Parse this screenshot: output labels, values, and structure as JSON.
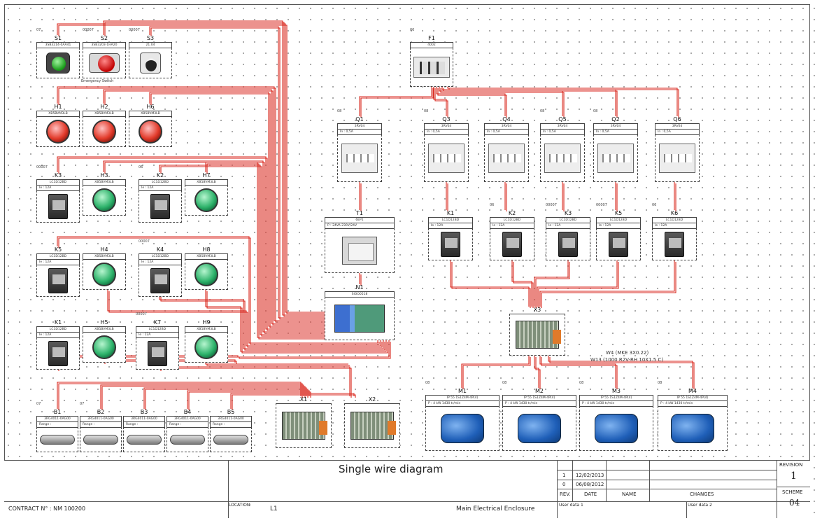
{
  "title": "Single wire diagram",
  "contract": "CONTRACT N° : NM 100200",
  "location_label": "LOCATION:",
  "location_value": "L1",
  "enclosure": "Main Electrical Enclosure",
  "revisions": [
    {
      "rev": "1",
      "date": "12/02/2013"
    },
    {
      "rev": "0",
      "date": "06/08/2012"
    }
  ],
  "rev_headers": {
    "rev": "REV.",
    "date": "DATE",
    "name": "NAME",
    "changes": "CHANGES"
  },
  "user_data_1": "User data 1",
  "user_data_2": "User data 2",
  "revision_label": "REVISION",
  "revision_value": "1",
  "scheme_label": "SCHEME",
  "scheme_value": "04",
  "cable_labels": [
    "W4 (MKE 3X0.22)",
    "W13 (1000 R2V-RH 10X1.5 C)"
  ],
  "emergency_caption": "Emergency Switch",
  "components": {
    "S1": {
      "name": "S1",
      "part": "3SB3214-0AA41",
      "tag": "07"
    },
    "S2": {
      "name": "S2",
      "part": "3SB3203-1HA20",
      "tag": "00007"
    },
    "S3": {
      "name": "S3",
      "part": "21.04",
      "tag": "00007"
    },
    "H1": {
      "name": "H1",
      "part": "XB5BVM3LB",
      "tag": ""
    },
    "H2": {
      "name": "H2",
      "part": "XB5BVM3LB",
      "tag": ""
    },
    "H6": {
      "name": "H6",
      "part": "XB5BVM3LB",
      "tag": ""
    },
    "K3L": {
      "name": "K3",
      "part": "LC1D12BD",
      "spec": "Ie : 12A",
      "tag": "00007"
    },
    "H3": {
      "name": "H3",
      "part": "XB5BVM3LB",
      "tag": ""
    },
    "K2L": {
      "name": "K2",
      "part": "LC1D12BD",
      "spec": "Ie : 12A",
      "tag": "06"
    },
    "H7": {
      "name": "H7",
      "part": "XB5BVM3LB",
      "tag": ""
    },
    "K5L": {
      "name": "K5",
      "part": "LC1D12BD",
      "spec": "Ie : 12A",
      "tag": ""
    },
    "H4": {
      "name": "H4",
      "part": "XB5BVM3LB",
      "tag": ""
    },
    "K4L": {
      "name": "K4",
      "part": "LC1D12BD",
      "spec": "Ie : 12A",
      "tag": "00007"
    },
    "H8": {
      "name": "H8",
      "part": "XB5BVM3LB",
      "tag": ""
    },
    "K1L": {
      "name": "K1",
      "part": "LC1D12BD",
      "spec": "Ie : 12A",
      "tag": ""
    },
    "H5": {
      "name": "H5",
      "part": "XB5BVM3LB",
      "tag": ""
    },
    "K7L": {
      "name": "K7",
      "part": "LC1D12BD",
      "spec": "Ie : 12A",
      "tag": "00007"
    },
    "H9": {
      "name": "H9",
      "part": "XB5BVM3LB",
      "tag": ""
    },
    "B1": {
      "name": "B1",
      "part": "3RG4011-0AG00",
      "spec": "Range :",
      "tag": "07"
    },
    "B2": {
      "name": "B2",
      "part": "3RG4011-0AG00",
      "spec": "Range :",
      "tag": "07"
    },
    "B3": {
      "name": "B3",
      "part": "3RG4011-0AG00",
      "spec": "Range :",
      "tag": ""
    },
    "B4": {
      "name": "B4",
      "part": "3RG4011-0AG00",
      "spec": "Range :",
      "tag": ""
    },
    "B5": {
      "name": "B5",
      "part": "3RG4011-0AG00",
      "spec": "Range :",
      "tag": ""
    },
    "X1": {
      "name": "X1",
      "tag": ""
    },
    "X2": {
      "name": "X2",
      "tag": ""
    },
    "F1": {
      "name": "F1",
      "part": "4002",
      "tag": "06"
    },
    "Q1": {
      "name": "Q1",
      "part": "3RV04",
      "spec": "In : 0,5A",
      "tag": "08"
    },
    "Q3": {
      "name": "Q3",
      "part": "3RV04",
      "spec": "In : 0,5A",
      "tag": "08"
    },
    "Q4": {
      "name": "Q4",
      "part": "3RV04",
      "spec": "In : 0,5A",
      "tag": ""
    },
    "Q5": {
      "name": "Q5",
      "part": "3RV04",
      "spec": "In : 0,5A",
      "tag": "08"
    },
    "Q2": {
      "name": "Q2",
      "part": "3RV04",
      "spec": "In : 0,5A",
      "tag": "08"
    },
    "Q6": {
      "name": "Q6",
      "part": "3RV04",
      "spec": "In : 0,5A",
      "tag": ""
    },
    "T1": {
      "name": "T1",
      "part": "6EP1",
      "spec": "P : 24VA",
      "spec2": "230V/24V",
      "tag": ""
    },
    "N1": {
      "name": "N1",
      "part": "SIOO0518",
      "tag": ""
    },
    "K1R": {
      "name": "K1",
      "part": "LC1D12BD",
      "spec": "Ie : 12A",
      "tag": ""
    },
    "K2R": {
      "name": "K2",
      "part": "LC1D12BD",
      "spec": "Ie : 12A",
      "tag": "06"
    },
    "K3R": {
      "name": "K3",
      "part": "LC1D12BD",
      "spec": "Ie : 12A",
      "tag": "00007"
    },
    "K5R": {
      "name": "K5",
      "part": "LC1D12BD",
      "spec": "Ie : 12A",
      "tag": "00007"
    },
    "K6R": {
      "name": "K6",
      "part": "LC1D12BD",
      "spec": "Ie : 12A",
      "tag": "06"
    },
    "X3": {
      "name": "X3",
      "tag": ""
    },
    "M1": {
      "name": "M1",
      "part": "1S1Z4M-4P(4)",
      "spec": "P : 4 kW",
      "spec2": "1430 tr/min",
      "ip": "IP 55",
      "tag": "08"
    },
    "M2": {
      "name": "M2",
      "part": "1S1Z4M-4P(4)",
      "spec": "P : 4 kW",
      "spec2": "1430 tr/min",
      "ip": "IP 55",
      "tag": "08"
    },
    "M3": {
      "name": "M3",
      "part": "1S1Z4M-4P(4)",
      "spec": "P : 4 kW",
      "spec2": "1430 tr/min",
      "ip": "IP 55",
      "tag": "08"
    },
    "M4": {
      "name": "M4",
      "part": "1S1Z4M-4P(4)",
      "spec": "P : 4 kW",
      "spec2": "1430 tr/min",
      "ip": "IP 55",
      "tag": "08"
    }
  },
  "colors": {
    "wire": "#d9261c",
    "border": "#555555",
    "grid_dot": "#9a9a9a"
  }
}
